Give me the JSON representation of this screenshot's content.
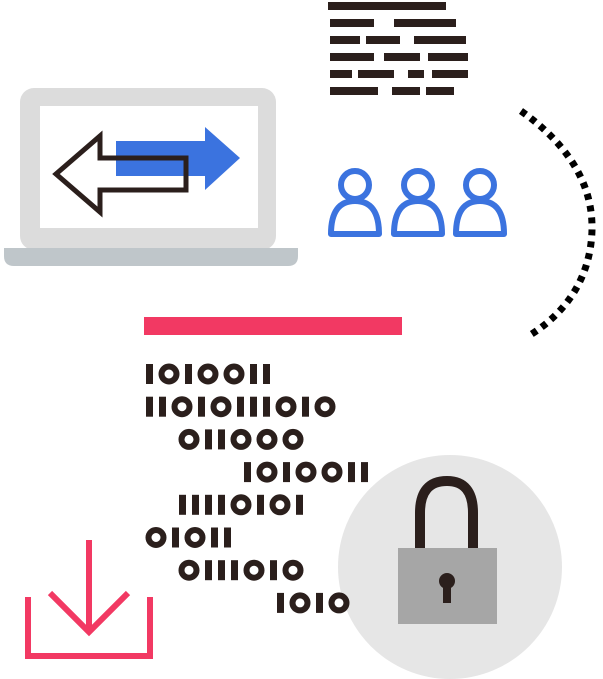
{
  "palette": {
    "ink": "#2b1f1c",
    "blue": "#3b73df",
    "pink": "#f23963",
    "laptop_frame": "#dcdcdc",
    "laptop_base": "#bfc6ca",
    "lock_circle": "#e6e6e6",
    "lock_body": "#a6a6a6"
  },
  "icons": {
    "laptop": "laptop-icon",
    "transfer": "transfer-arrows-icon",
    "users": "users-group-icon",
    "document": "document-lines-icon",
    "arc": "dotted-arc",
    "binary": "binary-stream",
    "lock": "padlock-icon",
    "download": "download-icon"
  },
  "binary_rows": [
    "1010011",
    "11010111010",
    "011000",
    "1010011",
    "11110101",
    "01011",
    "0111010",
    "1010"
  ]
}
